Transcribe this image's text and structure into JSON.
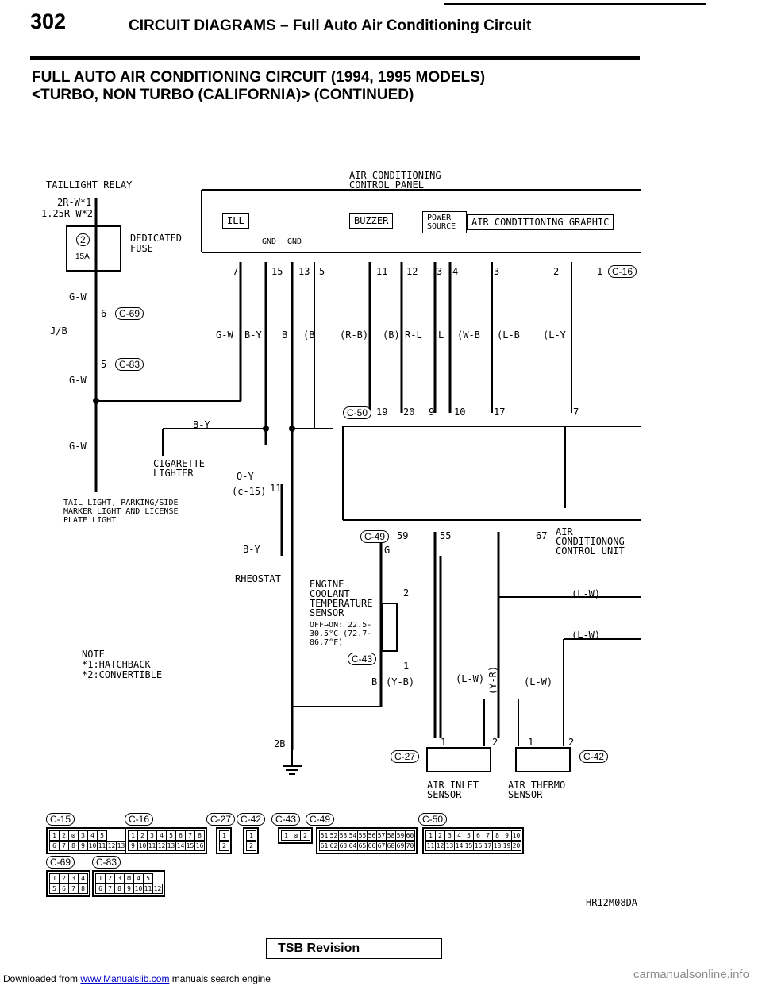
{
  "header": {
    "page_number": "302",
    "section": "CIRCUIT DIAGRAMS – Full Auto Air Conditioning Circuit",
    "title_line1": "FULL AUTO AIR CONDITIONING CIRCUIT (1994, 1995 MODELS)",
    "title_line2": "<TURBO, NON TURBO (CALIFORNIA)> (CONTINUED)"
  },
  "diagram": {
    "taillight_relay": "TAILLIGHT RELAY",
    "ac_control_panel": "AIR CONDITIONING CONTROL PANEL",
    "wire_2r": "2R-W*1",
    "wire_125r": "1.25R-W*2",
    "fuse_num": "2",
    "fuse_amp": "15A",
    "dedicated_fuse": "DEDICATED FUSE",
    "gw_top": "G-W",
    "jb": "J/B",
    "c69_pin": "6",
    "c69": "C-69",
    "c83_pin": "5",
    "c83": "C-83",
    "gw_mid": "G-W",
    "gw_low": "G-W",
    "cig_lighter": "CIGARETTE LIGHTER",
    "tail_light": "TAIL LIGHT, PARKING/SIDE MARKER LIGHT AND LICENSE PLATE LIGHT",
    "note": "NOTE *1:HATCHBACK *2:CONVERTIBLE",
    "ill": "ILL",
    "buzzer": "BUZZER",
    "power_source": "POWER SOURCE",
    "ac_graphic": "AIR CONDITIONING GRAPHIC",
    "gnd1": "GND",
    "gnd2": "GND",
    "c16_pins": [
      "7",
      "15",
      "13",
      "5",
      "11",
      "12",
      "3",
      "4",
      "3",
      "2",
      "1"
    ],
    "c16": "C-16",
    "wire_colors": [
      "G-W",
      "B-Y",
      "B",
      "(B",
      "(R-B)",
      "(B)",
      "R-L",
      "L",
      "(W-B",
      "(L-B",
      "(L-Y"
    ],
    "by_label": "B-Y",
    "oy": "O-Y",
    "c15_pin": "(c-15)",
    "c15_num": "11",
    "by_lower": "B-Y",
    "rheostat": "RHEOSTAT",
    "c50": "C-50",
    "c50_pins": [
      "19",
      "20",
      "9",
      "10",
      "17",
      "7"
    ],
    "c49": "C-49",
    "c49_pins": [
      "59",
      "55",
      "67"
    ],
    "g_label": "G",
    "ac_control_unit": "AIR CONDITIONONG CONTROL UNIT",
    "ect_sensor": "ENGINE COOLANT TEMPERATURE SENSOR",
    "ect_spec": "OFF→ON: 22.5-30.5°C (72.7-86.7°F)",
    "c43": "C-43",
    "ect_pin2": "2",
    "ect_pin1": "1",
    "lw1": "(L-W)",
    "lw2": "(L-W)",
    "b_label": "B",
    "yb": "(Y-B)",
    "lw3": "(L-W)",
    "yr": "(Y-R)",
    "lw4": "(L-W)",
    "ground_2b": "2B",
    "c27": "C-27",
    "c42": "C-42",
    "sensor_pins": [
      "1",
      "2",
      "1",
      "2"
    ],
    "air_inlet": "AIR INLET SENSOR",
    "air_thermo": "AIR THERMO SENSOR",
    "ref_code": "HR12M08DA"
  },
  "connector_views": [
    {
      "id": "C-15",
      "rows": [
        [
          "1",
          "2",
          "⊠",
          "3",
          "4",
          "5"
        ],
        [
          "6",
          "7",
          "8",
          "9",
          "10",
          "11",
          "12",
          "13"
        ]
      ]
    },
    {
      "id": "C-16",
      "rows": [
        [
          "1",
          "2",
          "3",
          "4",
          "5",
          "6",
          "7",
          "8"
        ],
        [
          "9",
          "10",
          "11",
          "12",
          "13",
          "14",
          "15",
          "16"
        ]
      ]
    },
    {
      "id": "C-27",
      "rows": [
        [
          "1"
        ],
        [
          "2"
        ]
      ]
    },
    {
      "id": "C-42",
      "rows": [
        [
          "1"
        ],
        [
          "2"
        ]
      ]
    },
    {
      "id": "C-43",
      "rows": [
        [
          "1",
          "⊠",
          "2"
        ]
      ]
    },
    {
      "id": "C-49",
      "rows": [
        [
          "51",
          "52",
          "53",
          "54",
          "55",
          "56",
          "57",
          "58",
          "59",
          "60"
        ],
        [
          "61",
          "62",
          "63",
          "64",
          "65",
          "66",
          "67",
          "68",
          "69",
          "70"
        ]
      ]
    },
    {
      "id": "C-50",
      "rows": [
        [
          "1",
          "2",
          "3",
          "4",
          "5",
          "6",
          "7",
          "8",
          "9",
          "10"
        ],
        [
          "11",
          "12",
          "13",
          "14",
          "15",
          "16",
          "17",
          "18",
          "19",
          "20"
        ]
      ]
    },
    {
      "id": "C-69",
      "rows": [
        [
          "1",
          "2",
          "3",
          "4"
        ],
        [
          "5",
          "6",
          "7",
          "8"
        ]
      ]
    },
    {
      "id": "C-83",
      "rows": [
        [
          "1",
          "2",
          "3",
          "⊠",
          "4",
          "5"
        ],
        [
          "6",
          "7",
          "8",
          "9",
          "10",
          "11",
          "12"
        ]
      ]
    }
  ],
  "footer": {
    "tsb": "TSB Revision",
    "downloaded": "Downloaded from",
    "link": "www.Manualslib.com",
    "rest": "manuals search engine",
    "watermark": "carmanualsonline.info"
  }
}
